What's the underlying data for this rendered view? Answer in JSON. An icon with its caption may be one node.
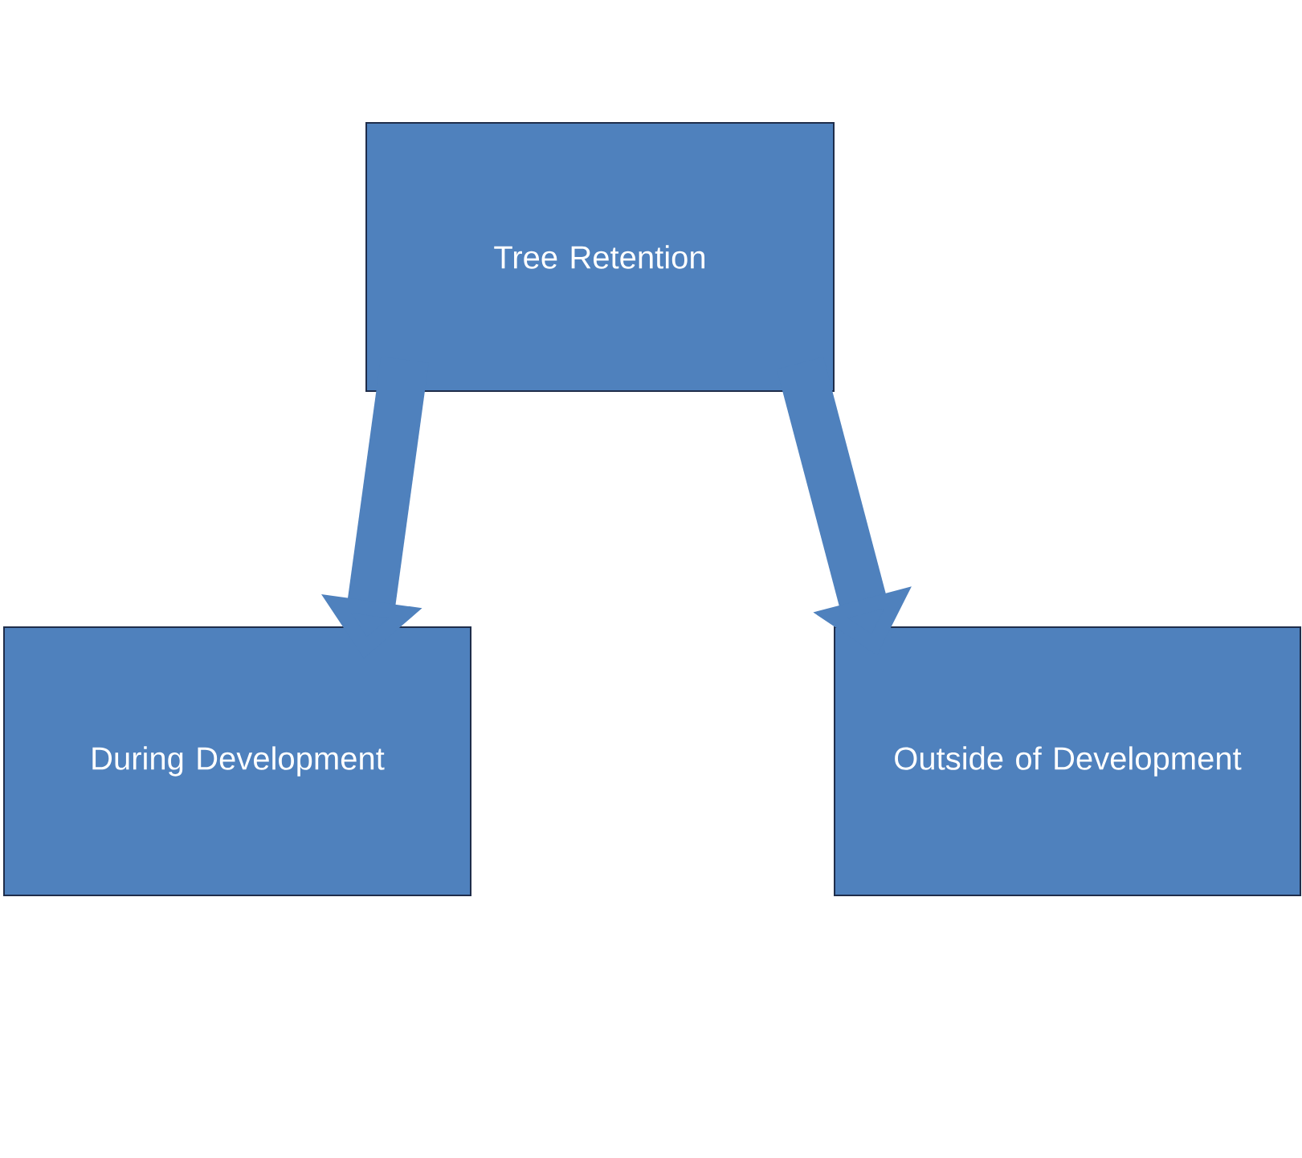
{
  "diagram": {
    "nodes": [
      {
        "text": [
          "Tree Retention"
        ]
      },
      {
        "text": [
          "During Development"
        ]
      },
      {
        "text": [
          "Outside of Development"
        ]
      }
    ],
    "edges": [
      {
        "from": 0,
        "to": 1,
        "arrow": "to"
      },
      {
        "from": 0,
        "to": 2,
        "arrow": "to"
      }
    ]
  }
}
